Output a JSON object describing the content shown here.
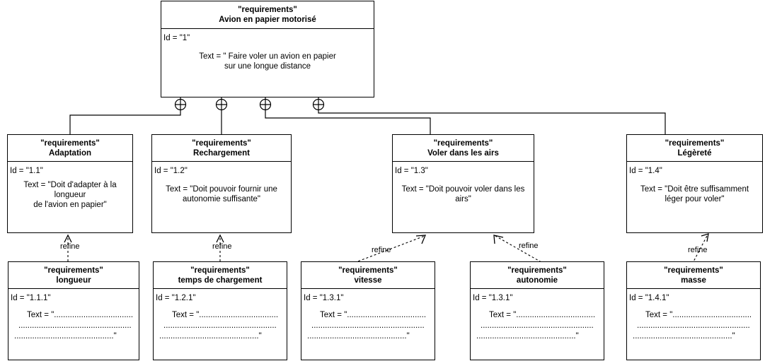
{
  "diagram": {
    "kind": "sysml-requirements-diagram",
    "stereotype": "\"requirements\"",
    "relation_label": "refine",
    "composition_symbol": "crossed-circle",
    "line_color": "#000000",
    "background": "#ffffff"
  },
  "blank_text": {
    "line1": "Text = \"...................................",
    "line2": "..................................................",
    "line3": "............................................\""
  },
  "nodes": {
    "root": {
      "stereotype": "\"requirements\"",
      "name": "Avion en papier motorisé",
      "id_label": "Id = \"1\"",
      "text": "Text = \" Faire voler un avion en papier\nsur une longue distance"
    },
    "adaptation": {
      "stereotype": "\"requirements\"",
      "name": "Adaptation",
      "id_label": "Id = \"1.1\"",
      "text": "Text = \"Doit d'adapter à la\nlongueur\nde l'avion en papier\""
    },
    "rechargement": {
      "stereotype": "\"requirements\"",
      "name": "Rechargement",
      "id_label": "Id = \"1.2\"",
      "text": "Text = \"Doit pouvoir fournir une\nautonomie suffisante\""
    },
    "voler": {
      "stereotype": "\"requirements\"",
      "name": "Voler dans les airs",
      "id_label": "Id = \"1.3\"",
      "text": "Text = \"Doit pouvoir voler dans les\nairs\""
    },
    "legerete": {
      "stereotype": "\"requirements\"",
      "name": "Légèreté",
      "id_label": "Id = \"1.4\"",
      "text": "Text = \"Doit être suffisamment\nléger pour voler\""
    },
    "longueur": {
      "stereotype": "\"requirements\"",
      "name": "longueur",
      "id_label": "Id = \"1.1.1\""
    },
    "temps_chargement": {
      "stereotype": "\"requirements\"",
      "name": "temps de chargement",
      "id_label": "Id = \"1.2.1\""
    },
    "vitesse": {
      "stereotype": "\"requirements\"",
      "name": "vitesse",
      "id_label": "Id = \"1.3.1\""
    },
    "autonomie": {
      "stereotype": "\"requirements\"",
      "name": "autonomie",
      "id_label": "Id = \"1.3.1\""
    },
    "masse": {
      "stereotype": "\"requirements\"",
      "name": "masse",
      "id_label": "Id = \"1.4.1\""
    }
  },
  "relations": {
    "refine_longueur": "refine",
    "refine_temps": "refine",
    "refine_vitesse": "refine",
    "refine_autonomie": "refine",
    "refine_masse": "refine"
  }
}
